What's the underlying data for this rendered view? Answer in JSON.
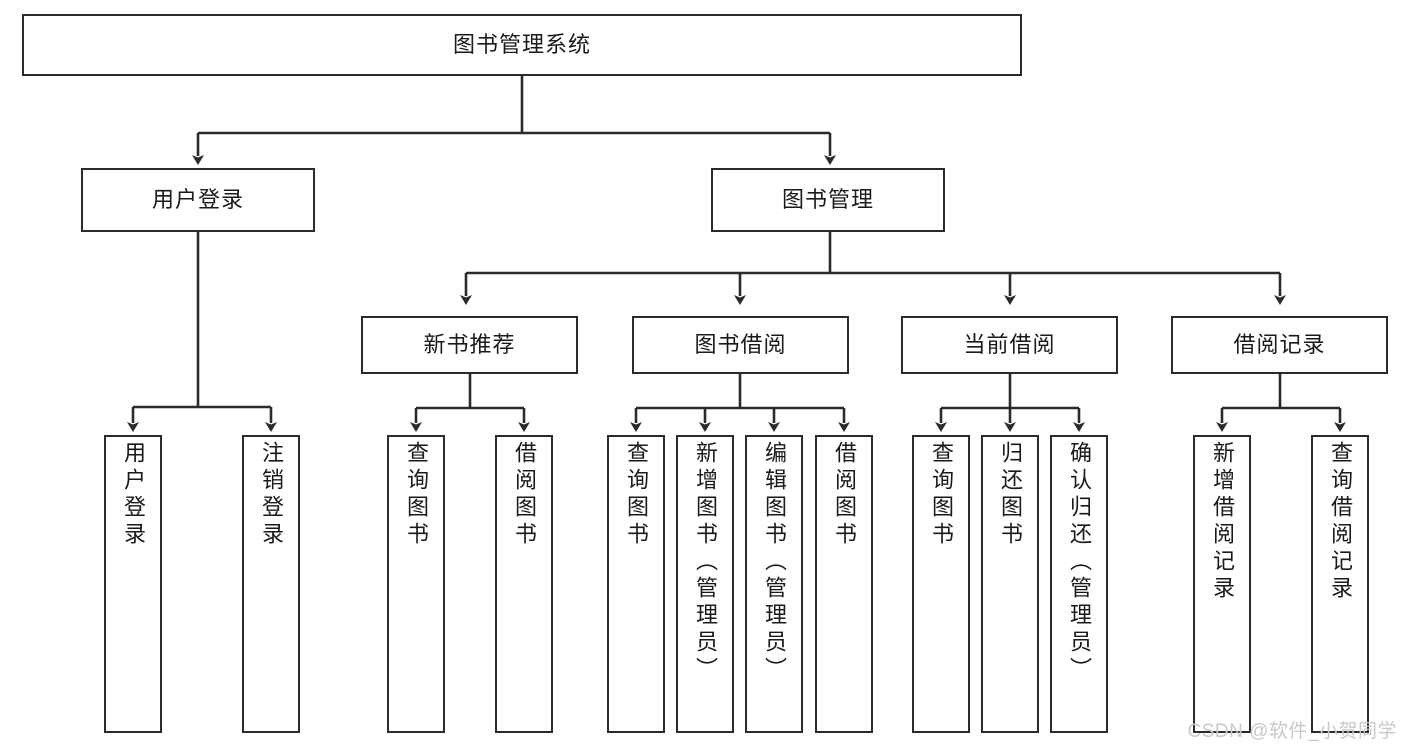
{
  "diagram": {
    "type": "tree-hierarchy",
    "title": "图书管理系统",
    "orientation": "top-down",
    "line_color": "#2b2b2b",
    "box_fill": "#ffffff",
    "text_color": "#1a1a1a"
  },
  "root": {
    "label": "图书管理系统"
  },
  "level2": [
    {
      "label": "用户登录"
    },
    {
      "label": "图书管理"
    }
  ],
  "level3": [
    {
      "label": "新书推荐"
    },
    {
      "label": "图书借阅"
    },
    {
      "label": "当前借阅"
    },
    {
      "label": "借阅记录"
    }
  ],
  "leaves": {
    "user_login": [
      {
        "label": "用户登录"
      },
      {
        "label": "注销登录"
      }
    ],
    "new_book": [
      {
        "label": "查询图书"
      },
      {
        "label": "借阅图书"
      }
    ],
    "book_borrow": [
      {
        "label": "查询图书"
      },
      {
        "label": "新增图书（管理员）"
      },
      {
        "label": "编辑图书（管理员）"
      },
      {
        "label": "借阅图书"
      }
    ],
    "current_borrow": [
      {
        "label": "查询图书"
      },
      {
        "label": "归还图书"
      },
      {
        "label": "确认归还（管理员）"
      }
    ],
    "borrow_record": [
      {
        "label": "新增借阅记录"
      },
      {
        "label": "查询借阅记录"
      }
    ]
  },
  "watermark": {
    "text": "CSDN @软件_小贺同学"
  }
}
